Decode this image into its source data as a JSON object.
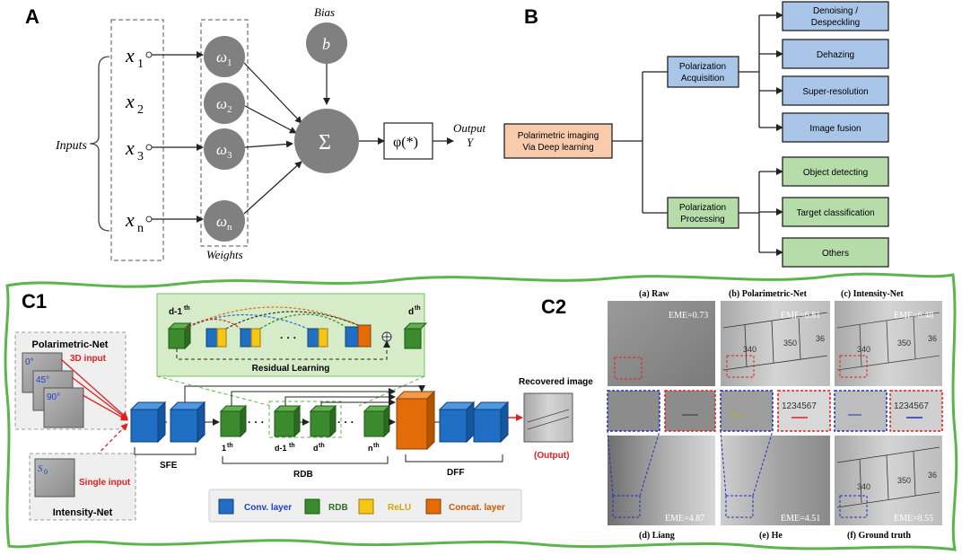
{
  "panel_a": {
    "label": "A",
    "bias_label": "Bias",
    "bias_symbol": "b",
    "inputs_label": "Inputs",
    "weights_label": "Weights",
    "inputs": [
      "x",
      "x",
      "x",
      "x"
    ],
    "input_subs": [
      "1",
      "2",
      "3",
      "n"
    ],
    "weights": [
      "ω",
      "ω",
      "ω",
      "ω"
    ],
    "weight_subs": [
      "1",
      "2",
      "3",
      "n"
    ],
    "sum_symbol": "Σ",
    "activation": "φ(*)",
    "output_label": "Output",
    "output_symbol": "Y"
  },
  "panel_b": {
    "label": "B",
    "root_line1": "Polarimetric imaging",
    "root_line2": "Via Deep learning",
    "acq_line1": "Polarization",
    "acq_line2": "Acquisition",
    "proc_line1": "Polarization",
    "proc_line2": "Processing",
    "acq_line3_items": [
      {
        "l1": "Denoising /",
        "l2": "Despeckling"
      },
      {
        "l1": "Dehazing",
        "l2": ""
      },
      {
        "l1": "Super-resolution",
        "l2": ""
      },
      {
        "l1": "Image fusion",
        "l2": ""
      }
    ],
    "proc_items": [
      "Object detecting",
      "Target classification",
      "Others"
    ],
    "colors": {
      "root": "#f8cbad",
      "acq": "#a9c6e8",
      "proc": "#b6dcaa"
    }
  },
  "panel_c1": {
    "label": "C1",
    "polarimetric_net": "Polarimetric-Net",
    "three_d_input": "3D input",
    "angles": [
      "0°",
      "45°",
      "90°"
    ],
    "s0": "S",
    "s0_sub": "0",
    "single_input": "Single input",
    "intensity_net": "Intensity-Net",
    "sfe": "SFE",
    "rdb": "RDB",
    "dff": "DFF",
    "first": "1",
    "first_sup": "th",
    "d_minus": "d-1",
    "d_minus_sup": "th",
    "d": "d",
    "d_sup": "th",
    "n": "n",
    "n_sup": "th",
    "residual_learning": "Residual Learning",
    "recovered_image": "Recovered image",
    "output": "(Output)",
    "legend": [
      {
        "label": "Conv. layer",
        "color": "#1f6fc4"
      },
      {
        "label": "RDB",
        "color": "#3b8a2e"
      },
      {
        "label": "ReLU",
        "color": "#f5c518"
      },
      {
        "label": "Concat. layer",
        "color": "#e36c09"
      }
    ]
  },
  "panel_c2": {
    "label": "C2",
    "titles_top": [
      "(a) Raw",
      "(b) Polarimetric-Net",
      "(c) Intensity-Net"
    ],
    "titles_bottom": [
      "(d) Liang",
      "(e) He",
      "(f) Ground truth"
    ],
    "eme_top": [
      "EME=0.73",
      "EME=6.81",
      "EME=6.48"
    ],
    "eme_bottom": [
      "EME=4.87",
      "EME=4.51",
      "EME=8.55"
    ],
    "ruler_numbers": [
      "340",
      "350",
      "36"
    ],
    "zoom_digits": "1234567"
  }
}
